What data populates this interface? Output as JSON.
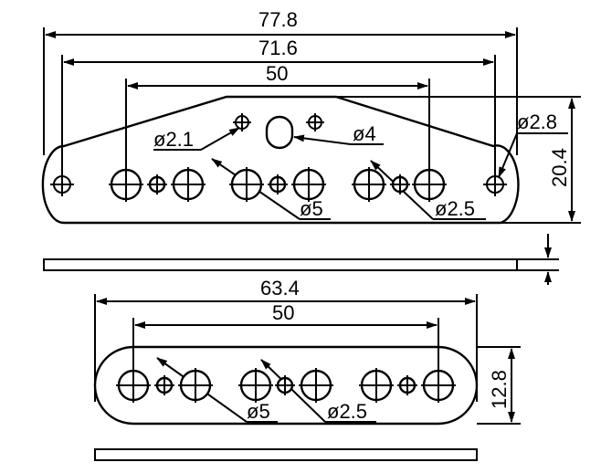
{
  "top_plate": {
    "dims": {
      "overall": "77.8",
      "outer_holes": "71.6",
      "inner_holes": "50",
      "height": "20.4"
    },
    "callouts": {
      "d_2_8": "ø2.8",
      "d_2_1": "ø2.1",
      "d_4": "ø4",
      "d_5": "ø5",
      "d_2_5": "ø2.5"
    }
  },
  "bottom_plate": {
    "dims": {
      "overall": "63.4",
      "inner_holes": "50",
      "height": "12.8"
    },
    "callouts": {
      "d_5": "ø5",
      "d_2_5": "ø2.5"
    }
  }
}
